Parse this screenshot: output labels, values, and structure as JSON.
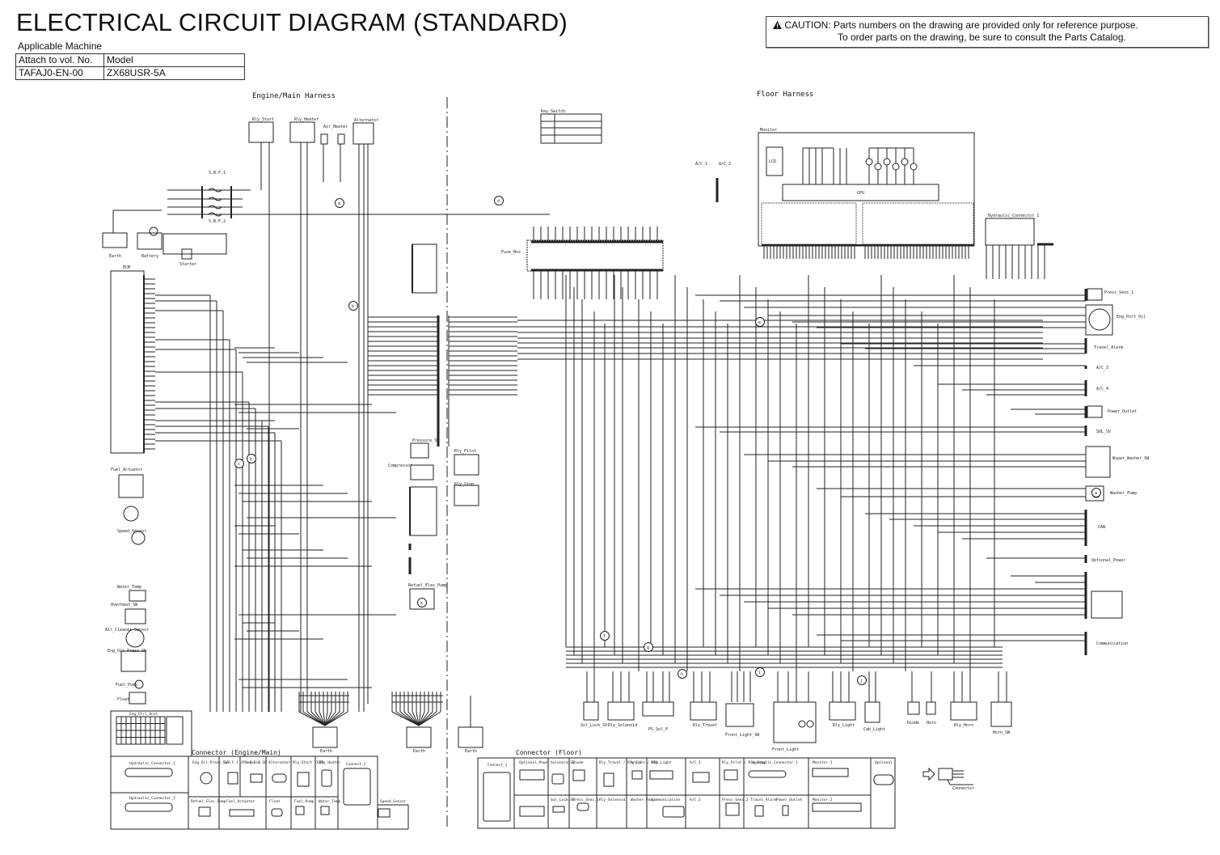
{
  "header": {
    "title": "ELECTRICAL CIRCUIT DIAGRAM (STANDARD)",
    "applicable_machine_label": "Applicable Machine",
    "table": {
      "columns": [
        "Attach to vol. No.",
        "Model"
      ],
      "rows": [
        [
          "TAFAJ0-EN-00",
          "ZX68USR-5A"
        ]
      ]
    }
  },
  "caution": {
    "icon": "warning-triangle-icon",
    "line1": "CAUTION: Parts numbers on the drawing are provided only for reference purpose.",
    "line2": "To order parts on the drawing, be sure to consult the Parts Catalog."
  },
  "sections": {
    "engine_main": "Engine/Main Harness",
    "floor": "Floor Harness",
    "connector_engine_main": "Connector (Engine/Main)",
    "connector_floor": "Connector (Floor)"
  },
  "components": {
    "engine": [
      "Rly_Start",
      "Rly_Heater",
      "Air_Heater",
      "Alternator",
      "S.B.F.1",
      "S.B.F.2",
      "Battery",
      "Earth",
      "Starter",
      "ECM",
      "Fuel_Actuator",
      "Speed_Sensor",
      "Water_Temp",
      "Overheat_SW",
      "Air_Cleaner_Sensor",
      "Eng_Oil_Press_SW",
      "Fuel_Pump",
      "Float",
      "Pressure_SW",
      "Compressor",
      "Refuel_Elec_Pump",
      "Rly_Pilot",
      "Rly_Stop"
    ],
    "floor": [
      "Key_Switch",
      "A/C_1",
      "A/C_2",
      "Fuse_Box",
      "Monitor",
      "LCD",
      "CPU",
      "Hydraulic_Connector_1",
      "Press_Sens_1",
      "Eng_Port_Oil",
      "Travel_Alarm",
      "A/C_3",
      "A/C_4",
      "Power_Outlet",
      "SOL_SV",
      "Wiper_Washer_SW",
      "Washer_Pump",
      "CAN",
      "Optional_Power",
      "Communication",
      "Sol_Lock_SV",
      "Rly_Solenoid",
      "PS_Sol_P",
      "Rly_Travel",
      "Front_Light_SW",
      "Front_Light",
      "Rly_Light",
      "Cab_Light",
      "Diode",
      "Horn",
      "Rly_Horn",
      "Horn_SW"
    ],
    "grounds": [
      "Earth",
      "Earth",
      "Earth"
    ],
    "junctions": [
      "a",
      "b",
      "c",
      "d",
      "e",
      "f",
      "g",
      "h",
      "i",
      "j",
      "k"
    ]
  },
  "connector_legend": {
    "engine_main": [
      "Eng_Ctrl_Unit",
      "Hydraulic_Connector_1",
      "Hydraulic_Connector_2",
      "Eng_Oil_Press_SW",
      "S.B.F.1 / S.B.F.2",
      "Pressure_SW",
      "Alternator",
      "Rly_Start / Rly_Heater",
      "ECM",
      "Connect_1",
      "Refuel_Elec_Pump",
      "Fuel_Actuator",
      "Float",
      "Fuel_Pump",
      "Water_Temp",
      "Speed_Sensor"
    ],
    "floor": [
      "Connect_1",
      "Optional_Power",
      "Solenoid_SV",
      "Diode",
      "Rly_Travel / Rly_Horn / Rly_Light",
      "A/C_1",
      "CAB",
      "A/C_3",
      "Rly_Pilot / Rly_Stop",
      "Hydraulic_Connector_1",
      "Monitor_1",
      "Optional",
      "Sol_Lock_SV",
      "Press_Sens_1",
      "Rly_Solenoid",
      "Washer_Pump",
      "Communication",
      "A/C_2",
      "Press_Sens_2",
      "Travel_Alarm",
      "Power_Outlet",
      "Monitor_2"
    ],
    "symbol_note": "Connector"
  }
}
